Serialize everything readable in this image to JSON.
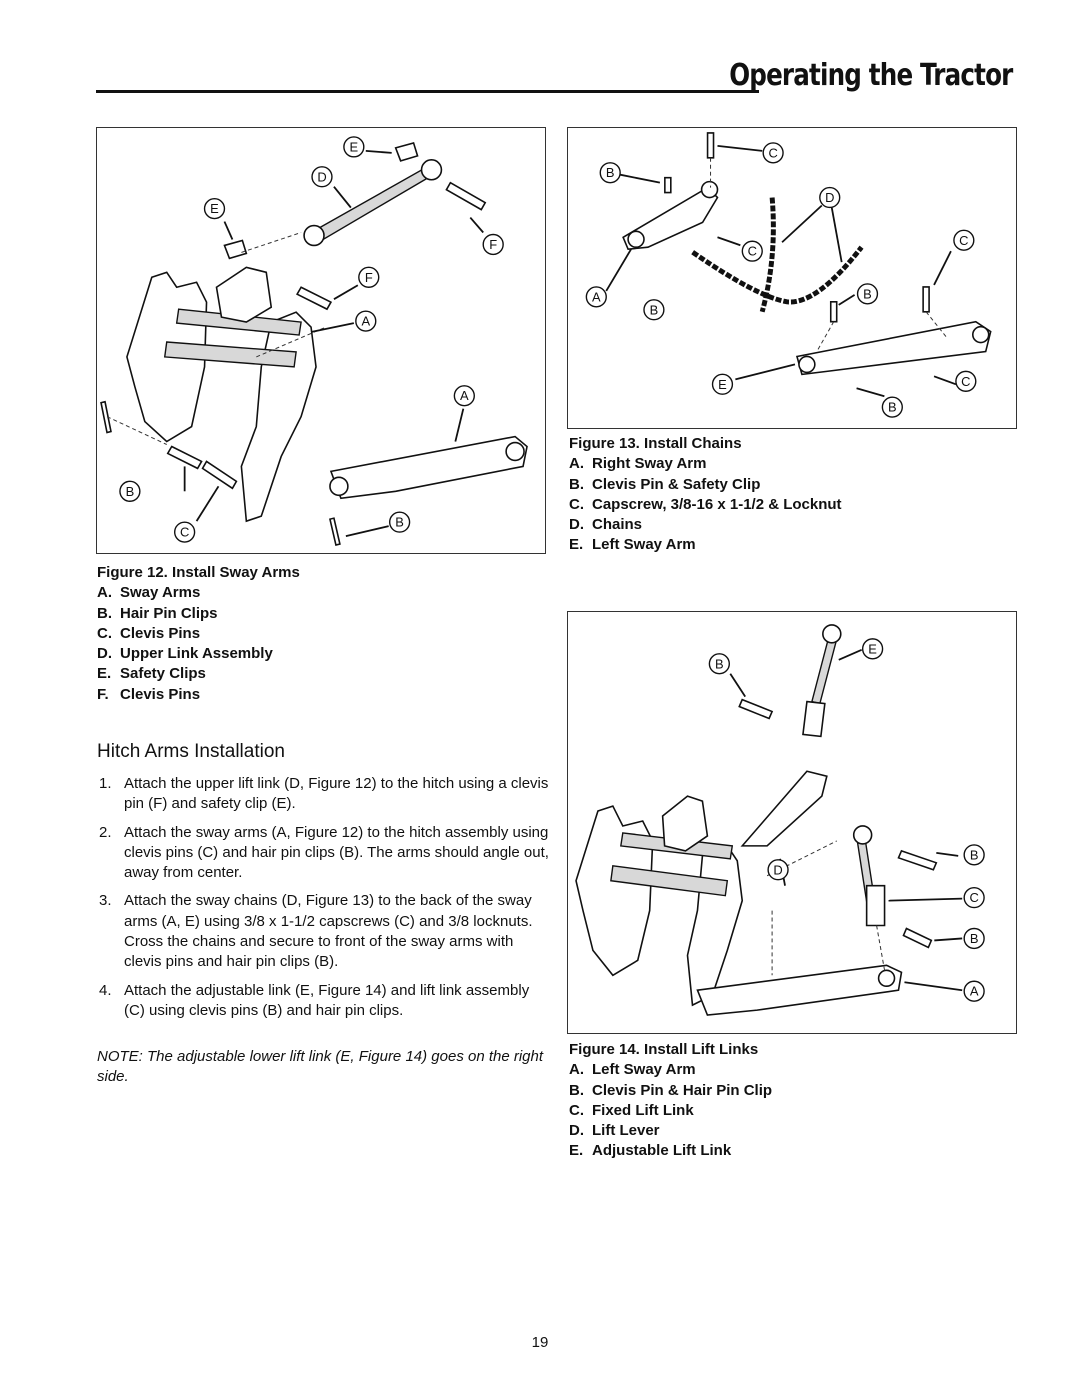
{
  "header": {
    "title": "Operating the Tractor"
  },
  "figure12": {
    "caption": "Figure 12. Install Sway Arms",
    "items": [
      {
        "letter": "A.",
        "text": "Sway Arms"
      },
      {
        "letter": "B.",
        "text": "Hair Pin Clips"
      },
      {
        "letter": "C.",
        "text": "Clevis Pins"
      },
      {
        "letter": "D.",
        "text": "Upper Link Assembly"
      },
      {
        "letter": "E.",
        "text": "Safety Clips"
      },
      {
        "letter": "F.",
        "text": "Clevis Pins"
      }
    ],
    "callouts": [
      "E",
      "D",
      "E",
      "F",
      "F",
      "A",
      "A",
      "B",
      "C",
      "B"
    ]
  },
  "figure13": {
    "caption": "Figure 13. Install Chains",
    "items": [
      {
        "letter": "A.",
        "text": "Right Sway Arm"
      },
      {
        "letter": "B.",
        "text": "Clevis Pin & Safety Clip"
      },
      {
        "letter": "C.",
        "text": "Capscrew, 3/8-16 x 1-1/2 & Locknut"
      },
      {
        "letter": "D.",
        "text": "Chains"
      },
      {
        "letter": "E.",
        "text": "Left Sway Arm"
      }
    ],
    "callouts": [
      "C",
      "B",
      "D",
      "C",
      "C",
      "A",
      "B",
      "B",
      "E",
      "C",
      "B"
    ]
  },
  "figure14": {
    "caption": "Figure 14. Install Lift Links",
    "items": [
      {
        "letter": "A.",
        "text": "Left Sway Arm"
      },
      {
        "letter": "B.",
        "text": "Clevis Pin & Hair Pin Clip"
      },
      {
        "letter": "C.",
        "text": "Fixed Lift Link"
      },
      {
        "letter": "D.",
        "text": "Lift Lever"
      },
      {
        "letter": "E.",
        "text": "Adjustable Lift Link"
      }
    ],
    "callouts": [
      "E",
      "B",
      "B",
      "D",
      "C",
      "B",
      "A"
    ]
  },
  "section": {
    "title": "Hitch Arms Installation",
    "steps": [
      {
        "num": "1.",
        "text": "Attach the upper lift link (D, Figure 12) to the hitch using a clevis pin (F) and safety clip (E)."
      },
      {
        "num": "2.",
        "text": "Attach the sway arms (A, Figure 12) to the hitch assembly using clevis pins (C) and hair pin clips (B). The arms should angle out, away from center."
      },
      {
        "num": "3.",
        "text": "Attach the sway chains (D, Figure 13) to the back of the sway arms (A, E) using 3/8 x 1-1/2 capscrews (C) and 3/8 locknuts.  Cross the chains and secure to front of the sway arms with clevis pins and hair pin clips (B)."
      },
      {
        "num": "4.",
        "text": "Attach the adjustable link (E, Figure 14) and lift link assembly (C) using clevis pins (B) and hair pin clips."
      }
    ],
    "note": "NOTE: The adjustable lower lift link (E, Figure 14) goes on the right side."
  },
  "page_number": "19"
}
